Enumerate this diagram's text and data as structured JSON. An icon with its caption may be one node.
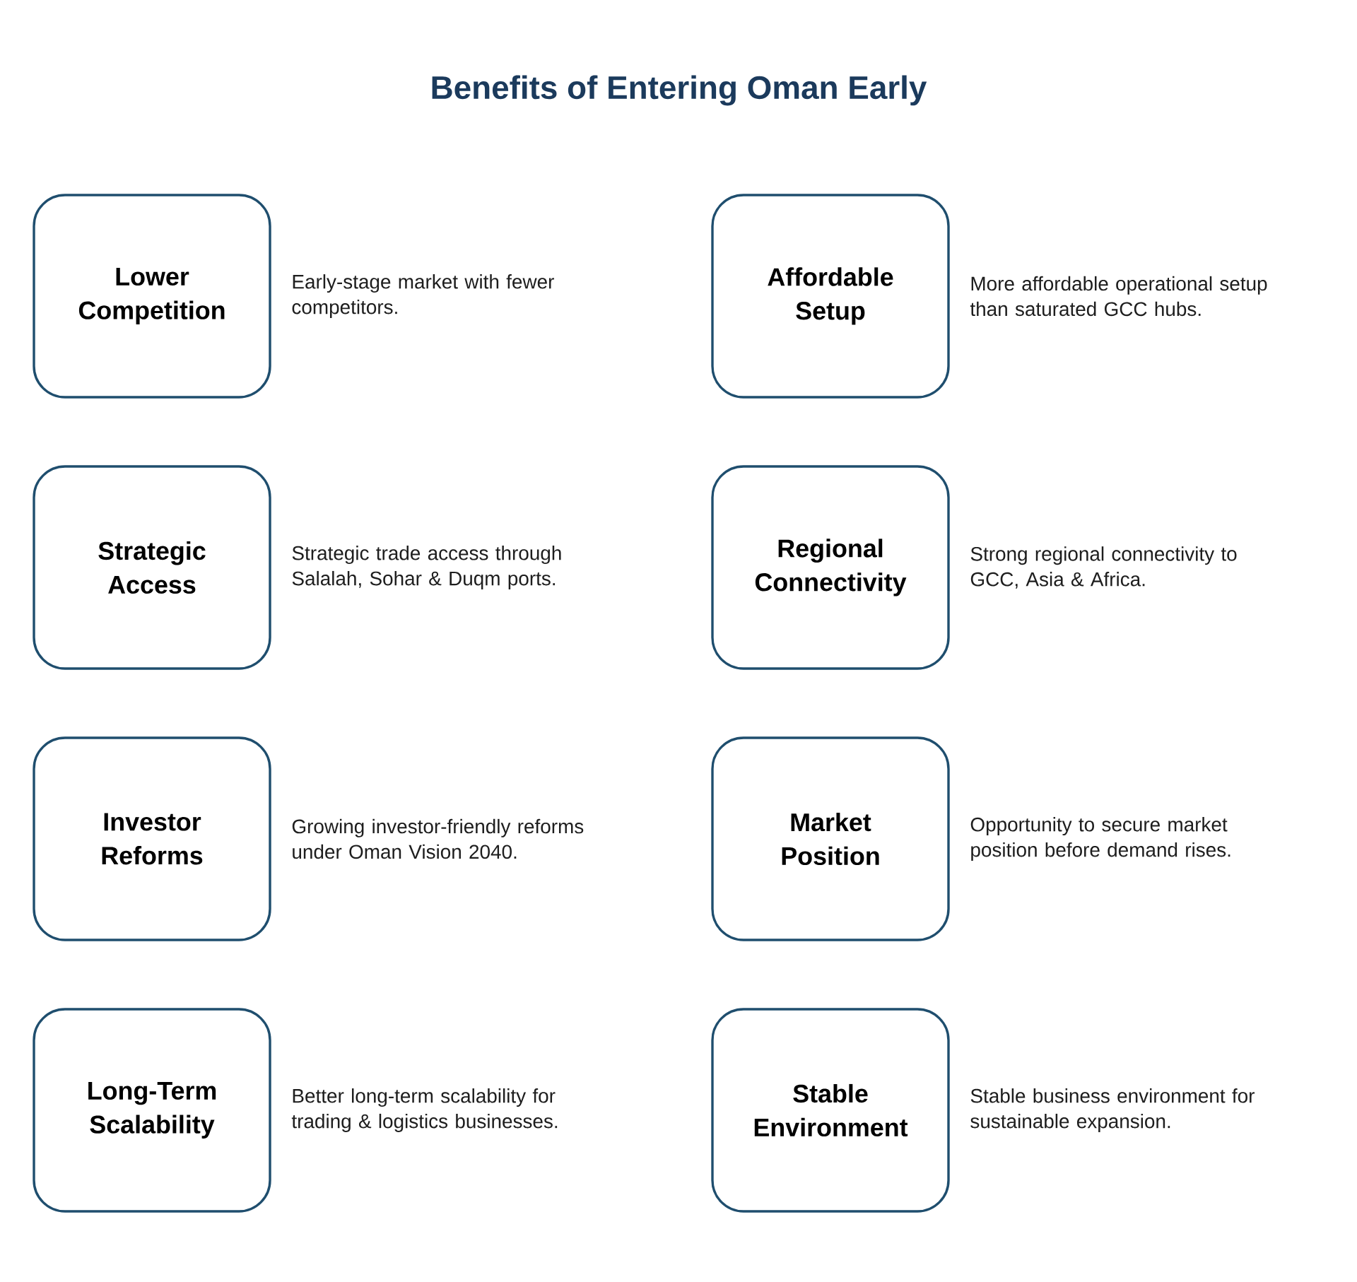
{
  "diagram": {
    "title": "Benefits of Entering Oman Early",
    "nodes": [
      {
        "text": [
          "Lower Competition"
        ],
        "beside": [
          "Early-stage market with fewer competitors."
        ]
      },
      {
        "text": [
          "Affordable Setup"
        ],
        "beside": [
          "More affordable operational setup than saturated GCC hubs."
        ]
      },
      {
        "text": [
          "Strategic Access"
        ],
        "beside": [
          "Strategic trade access through Salalah, Sohar & Duqm ports."
        ]
      },
      {
        "text": [
          "Regional Connectivity"
        ],
        "beside": [
          "Strong regional connectivity to GCC, Asia & Africa."
        ]
      },
      {
        "text": [
          "Investor Reforms"
        ],
        "beside": [
          "Growing investor-friendly reforms under Oman Vision 2040."
        ]
      },
      {
        "text": [
          "Market Position"
        ],
        "beside": [
          "Opportunity to secure market position before demand rises."
        ]
      },
      {
        "text": [
          "Long-Term Scalability"
        ],
        "beside": [
          "Better long-term scalability for trading & logistics businesses."
        ]
      },
      {
        "text": [
          "Stable Environment"
        ],
        "beside": [
          "Stable business environment for sustainable expansion."
        ]
      }
    ]
  }
}
